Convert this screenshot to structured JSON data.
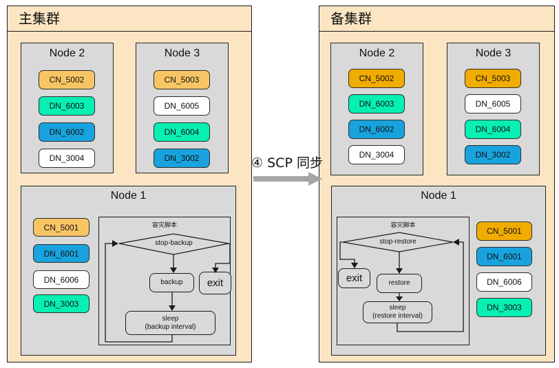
{
  "center": {
    "sync_label": "④ SCP 同步",
    "arrow_color": "#A6A6A6"
  },
  "palette": {
    "cluster_fill": "#FBE5C2",
    "node_fill": "#D9D9D9",
    "cn_primary": "#F8C565",
    "cn_standby": "#F0AC00",
    "dn_green": "#07EFB2",
    "dn_blue": "#19A3DE",
    "dn_white": "#FFFFFF"
  },
  "clusters": [
    {
      "title": "主集群",
      "node2": {
        "label": "Node 2",
        "badges": [
          {
            "label": "CN_5002",
            "color": "#F8C565"
          },
          {
            "label": "DN_6003",
            "color": "#07EFB2"
          },
          {
            "label": "DN_6002",
            "color": "#19A3DE"
          },
          {
            "label": "DN_3004",
            "color": "#FFFFFF"
          }
        ]
      },
      "node3": {
        "label": "Node 3",
        "badges": [
          {
            "label": "CN_5003",
            "color": "#F8C565"
          },
          {
            "label": "DN_6005",
            "color": "#FFFFFF"
          },
          {
            "label": "DN_6004",
            "color": "#07EFB2"
          },
          {
            "label": "DN_3002",
            "color": "#19A3DE"
          }
        ]
      },
      "node1": {
        "label": "Node 1",
        "badges": [
          {
            "label": "CN_5001",
            "color": "#F8C565"
          },
          {
            "label": "DN_6001",
            "color": "#19A3DE"
          },
          {
            "label": "DN_6006",
            "color": "#FFFFFF"
          },
          {
            "label": "DN_3003",
            "color": "#07EFB2"
          }
        ],
        "script": {
          "title": "容灾脚本",
          "decision": "stop-backup",
          "action": "backup",
          "exit": "exit",
          "sleep": "sleep",
          "sleep_detail": "(backup interval)"
        }
      }
    },
    {
      "title": "备集群",
      "node2": {
        "label": "Node 2",
        "badges": [
          {
            "label": "CN_5002",
            "color": "#F0AC00"
          },
          {
            "label": "DN_6003",
            "color": "#07EFB2"
          },
          {
            "label": "DN_6002",
            "color": "#19A3DE"
          },
          {
            "label": "DN_3004",
            "color": "#FFFFFF"
          }
        ]
      },
      "node3": {
        "label": "Node 3",
        "badges": [
          {
            "label": "CN_5003",
            "color": "#F0AC00"
          },
          {
            "label": "DN_6005",
            "color": "#FFFFFF"
          },
          {
            "label": "DN_6004",
            "color": "#07EFB2"
          },
          {
            "label": "DN_3002",
            "color": "#19A3DE"
          }
        ]
      },
      "node1": {
        "label": "Node 1",
        "badges": [
          {
            "label": "CN_5001",
            "color": "#F0AC00"
          },
          {
            "label": "DN_6001",
            "color": "#19A3DE"
          },
          {
            "label": "DN_6006",
            "color": "#FFFFFF"
          },
          {
            "label": "DN_3003",
            "color": "#07EFB2"
          }
        ],
        "script": {
          "title": "容灾脚本",
          "decision": "stop-restore",
          "action": "restore",
          "exit": "exit",
          "sleep": "sleep",
          "sleep_detail": "(restore interval)"
        }
      }
    }
  ]
}
